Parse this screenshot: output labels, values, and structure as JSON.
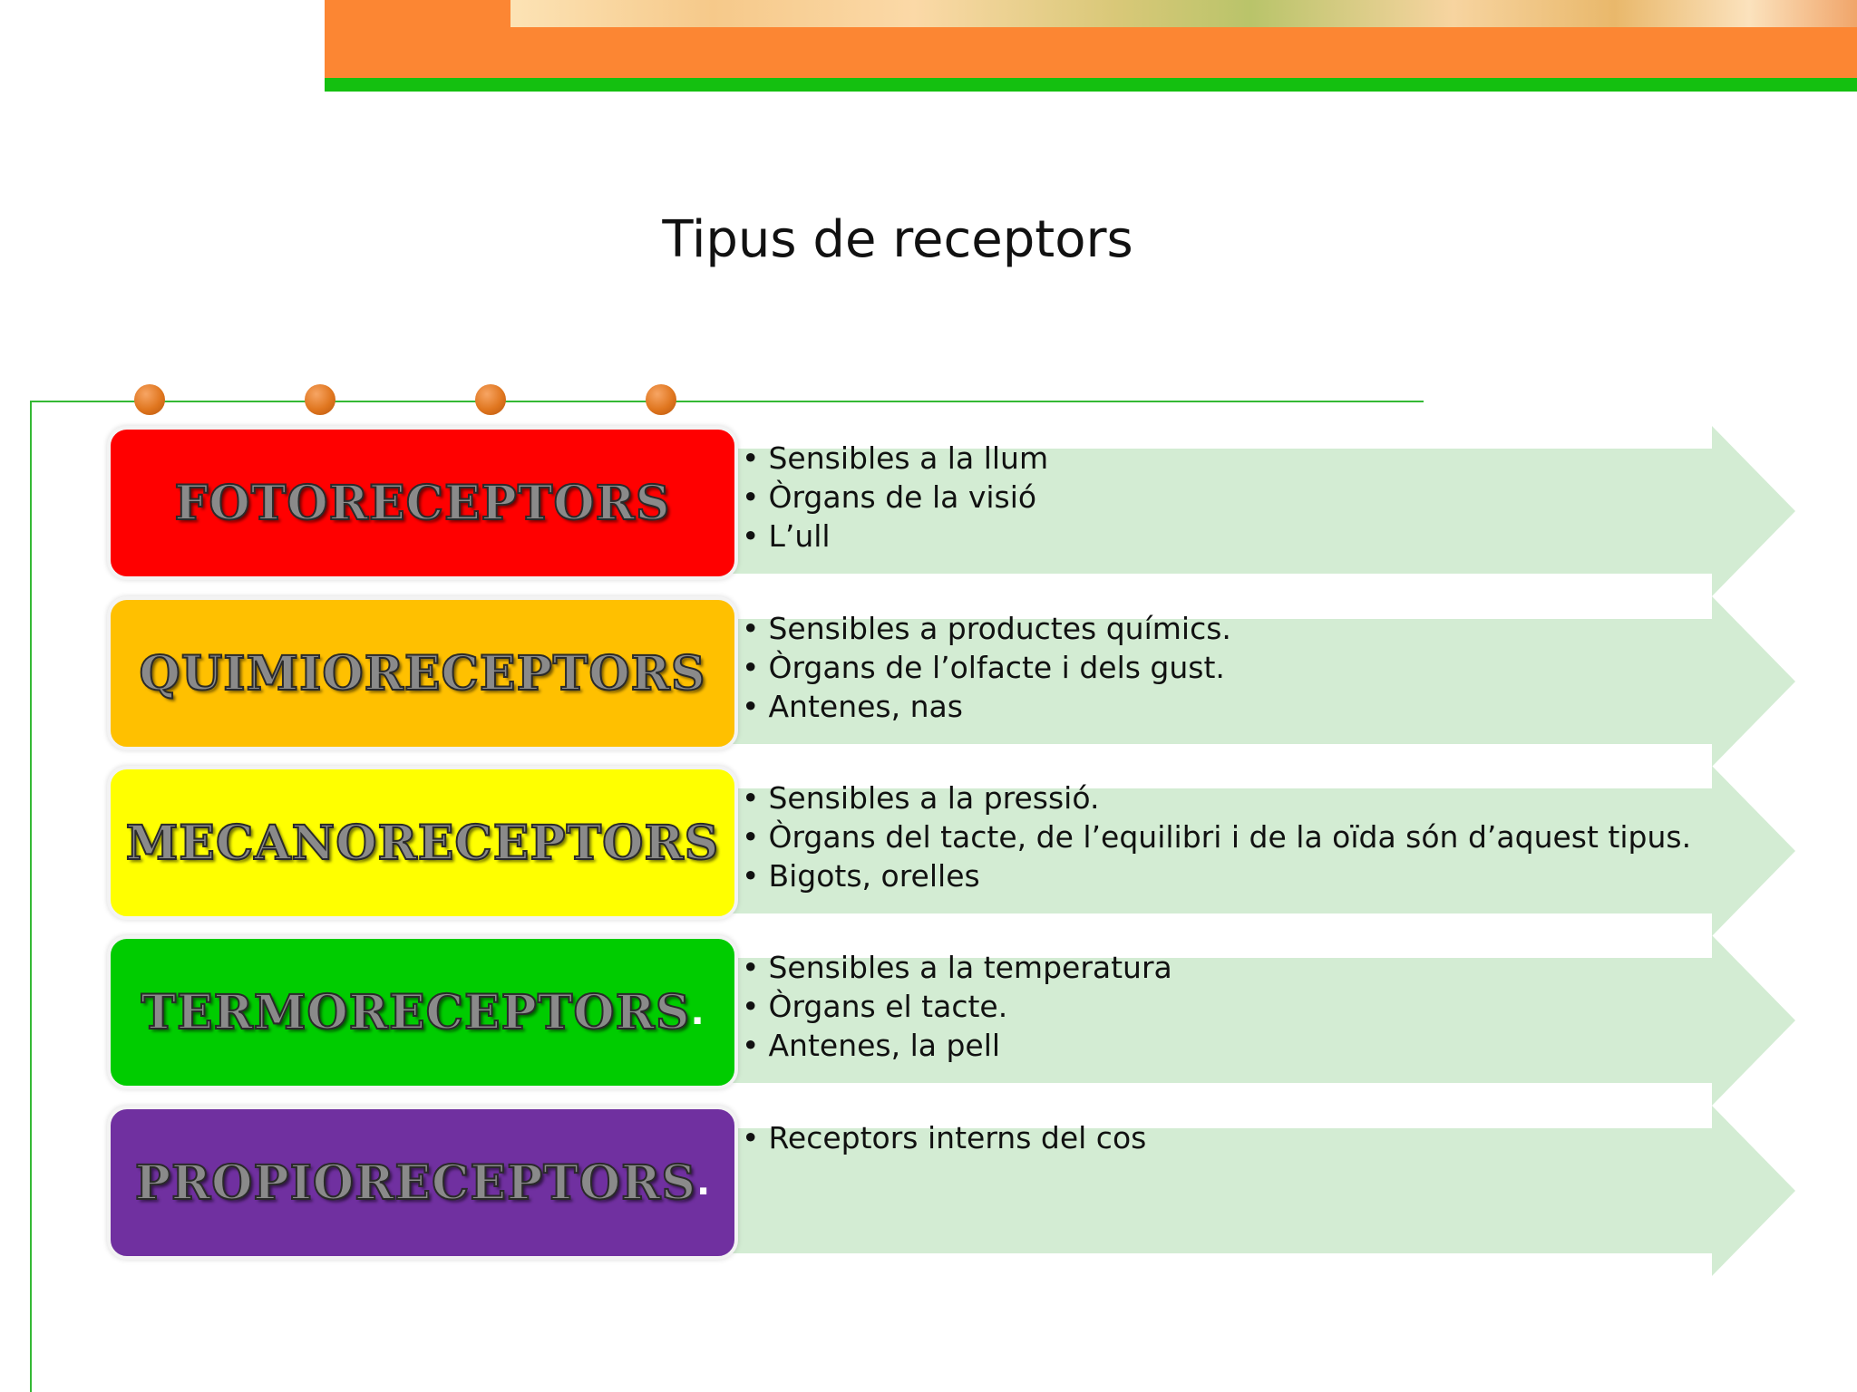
{
  "slide": {
    "title": "Tipus de receptors"
  },
  "rows": [
    {
      "label": "FOTORECEPTORS",
      "suffix": "",
      "color": "#ff0000",
      "bullets": [
        "Sensibles a la llum",
        "Òrgans de la visió",
        "L’ull"
      ]
    },
    {
      "label": "QUIMIORECEPTORS",
      "suffix": "",
      "color": "#ffc000",
      "bullets": [
        "Sensibles a productes químics.",
        "Òrgans de l’olfacte i dels gust.",
        "Antenes, nas"
      ]
    },
    {
      "label": "MECANORECEPTORS",
      "suffix": "",
      "color": "#ffff00",
      "bullets": [
        "Sensibles a la pressió.",
        "Òrgans del tacte, de l’equilibri i de la oïda són d’aquest tipus.",
        "Bigots, orelles"
      ]
    },
    {
      "label": "TERMORECEPTORS",
      "suffix": ".",
      "color": "#00cc00",
      "bullets": [
        "Sensibles a la temperatura",
        "Òrgans el tacte.",
        "Antenes, la pell"
      ]
    },
    {
      "label": "PROPIORECEPTORS",
      "suffix": ".",
      "color": "#7030a0",
      "bullets": [
        "Receptors interns del cos"
      ]
    }
  ],
  "colors": {
    "banner_orange": "#fc8633",
    "banner_green": "#14c010",
    "frame_line": "#35b935",
    "arrow_fill": "#d3ecd3",
    "dot": "#e0761f"
  }
}
